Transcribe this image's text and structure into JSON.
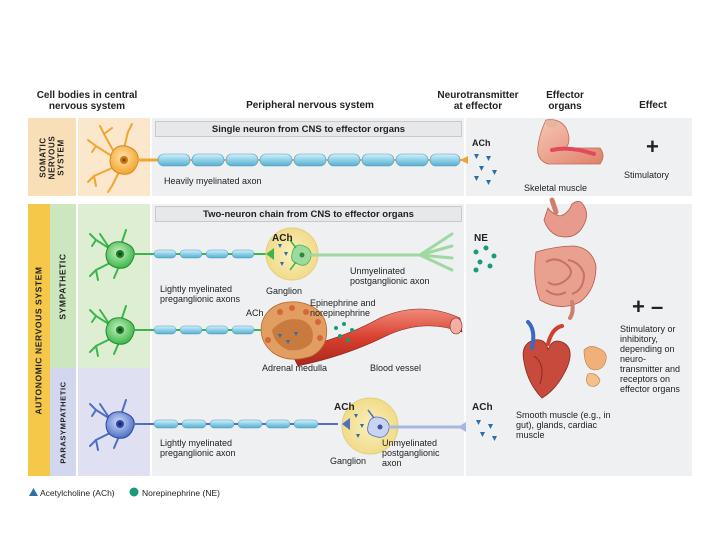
{
  "headers": {
    "cell_bodies": "Cell bodies in central nervous system",
    "peripheral": "Peripheral nervous system",
    "neurotransmitter": "Neurotransmitter at effector",
    "effector_organs": "Effector organs",
    "effect": "Effect"
  },
  "side_labels": {
    "somatic": "SOMATIC NERVOUS SYSTEM",
    "autonomic": "AUTONOMIC NERVOUS SYSTEM",
    "sympathetic": "SYMPATHETIC",
    "parasympathetic": "PARASYMPATHETIC"
  },
  "somatic": {
    "banner": "Single neuron from CNS to effector organs",
    "axon_label": "Heavily myelinated axon",
    "nt": "ACh",
    "organ": "Skeletal muscle",
    "sign": "+",
    "effect": "Stimulatory"
  },
  "autonomic": {
    "banner": "Two-neuron chain from CNS to effector organs",
    "ach_ganglion": "ACh",
    "ne": "NE",
    "unmyelinated_post": "Unmyelinated postganglionic axon",
    "lightly_pre": "Lightly myelinated preganglionic axons",
    "ganglion": "Ganglion",
    "epinephrine": "Epinephrine and norepinephrine",
    "ach_adrenal": "ACh",
    "adrenal": "Adrenal medulla",
    "blood_vessel": "Blood vessel",
    "sign": "+ –",
    "effect": "Stimulatory or inhibitory, depending on neuro- transmitter and receptors on effector organs",
    "smooth": "Smooth muscle (e.g., in gut), glands, cardiac muscle"
  },
  "parasympathetic": {
    "ach_ganglion": "ACh",
    "ach_effector": "ACh",
    "lightly_pre": "Lightly myelinated preganglionic axon",
    "ganglion": "Ganglion",
    "unmyelinated_post": "Unmyelinated postganglionic axon"
  },
  "legend": {
    "ach": "Acetylcholine (ACh)",
    "ne": "Norepinephrine (NE)"
  },
  "colors": {
    "somatic_neuron": "#f2a531",
    "symp_neuron": "#3cb64a",
    "para_neuron": "#4f6fc4",
    "myelin": "#8ed0e8",
    "ach_marker": "#2b6ea8",
    "ne_marker": "#1a9a7a",
    "ganglion_bg": "#f7e8a8"
  }
}
